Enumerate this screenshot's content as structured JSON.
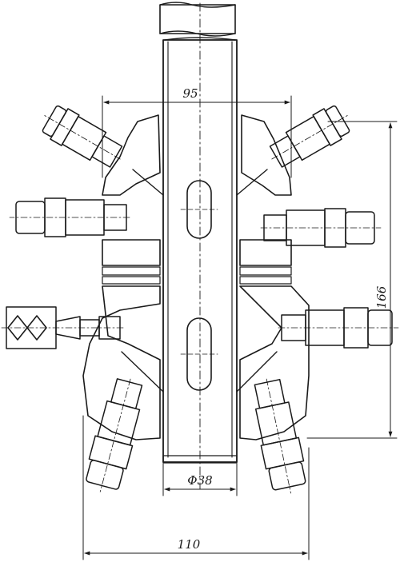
{
  "drawing": {
    "dimensions": {
      "width_top": "95",
      "height_right": "166",
      "diameter_bottom": "Φ38",
      "width_bottom": "110"
    }
  }
}
